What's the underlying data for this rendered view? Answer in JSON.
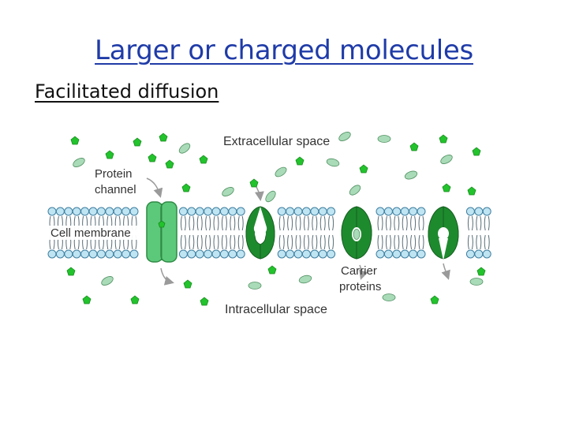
{
  "slide": {
    "title": "Larger or charged molecules",
    "subtitle": "Facilitated diffusion"
  },
  "diagram": {
    "labels": {
      "extracellular": "Extracellular space",
      "protein_line1": "Protein",
      "protein_line2": "channel",
      "membrane": "Cell membrane",
      "carrier_line1": "Carrier",
      "carrier_line2": "proteins",
      "intracellular": "Intracellular space"
    },
    "colors": {
      "phospholipid_head": "#bfe4f2",
      "channel_protein": "#5cc97a",
      "carrier_protein": "#1e8a2e",
      "small_molecule": "#22c32c",
      "oval_molecule": "#a9dbb8"
    }
  }
}
